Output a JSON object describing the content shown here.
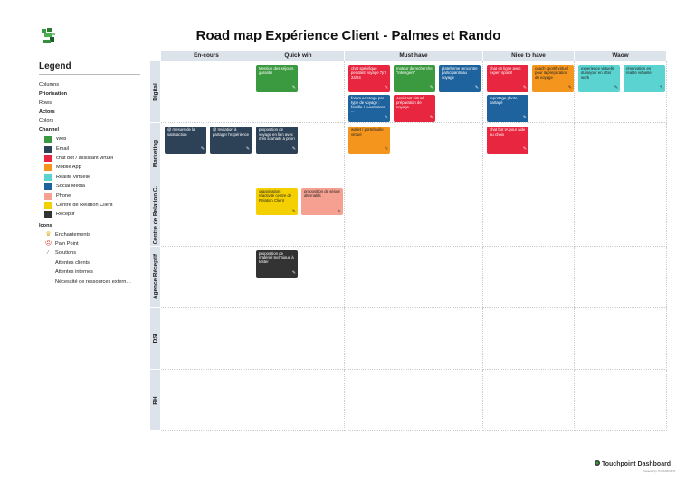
{
  "title": "Road map Expérience Client - Palmes et Rando",
  "legend": {
    "heading": "Legend",
    "rows": [
      {
        "label": "Columns",
        "bold": false
      },
      {
        "label": "Priorisation",
        "bold": true
      },
      {
        "label": "Rows",
        "bold": false
      },
      {
        "label": "Actors",
        "bold": true
      },
      {
        "label": "Colors",
        "bold": false
      },
      {
        "label": "Channel",
        "bold": true
      }
    ],
    "channels": [
      {
        "label": "Web",
        "color": "#3b9a3f"
      },
      {
        "label": "Email",
        "color": "#2e4257"
      },
      {
        "label": "chat bot / assistant virtuel",
        "color": "#e8263f"
      },
      {
        "label": "Mobile App",
        "color": "#f4951e"
      },
      {
        "label": "Réalité virtuelle",
        "color": "#5ad3d1"
      },
      {
        "label": "Social Media",
        "color": "#1e639e"
      },
      {
        "label": "Phone",
        "color": "#f5a090"
      },
      {
        "label": "Centre de Relation Client",
        "color": "#f5d000"
      },
      {
        "label": "Réceptif",
        "color": "#333333"
      }
    ],
    "icons_heading": "Icons",
    "icons": [
      {
        "label": "Enchantements",
        "icon": "crown-icon",
        "glyph": "♛",
        "color": "#e8b23a"
      },
      {
        "label": "Pain Point",
        "icon": "pain-point-icon",
        "glyph": "☹",
        "color": "#d9432f"
      },
      {
        "label": "Solutions",
        "icon": "wand-icon",
        "glyph": "⁄",
        "color": "#777"
      },
      {
        "label": "Attentes clients",
        "icon": "",
        "glyph": "",
        "color": ""
      },
      {
        "label": "Attentes internes",
        "icon": "",
        "glyph": "",
        "color": ""
      },
      {
        "label": "Nécessité de ressources extern…",
        "icon": "",
        "glyph": "",
        "color": ""
      }
    ]
  },
  "columns": [
    "En-cours",
    "Quick win",
    "Must have",
    "Nice to have",
    "Waow"
  ],
  "rows": [
    "Digital",
    "Marketing",
    "Centre de Relation C.",
    "Agence Réceptif",
    "DSI",
    "RH"
  ],
  "cards": [
    {
      "text": "Mention des séjours garantis",
      "color": "#3b9a3f"
    },
    {
      "text": "chat spécifique pendant voyage 7j/7 24/24",
      "color": "#e8263f"
    },
    {
      "text": "moteur de recherche \"intelligent\"",
      "color": "#3b9a3f"
    },
    {
      "text": "plateforme rencontre participants au voyage",
      "color": "#1e639e"
    },
    {
      "text": "forum echange par type de voyage : famille / aventuriers ...",
      "color": "#1e639e"
    },
    {
      "text": "Assistant virtuel préparation de voyage",
      "color": "#e8263f"
    },
    {
      "text": "chat en ligne avec expert sportif",
      "color": "#e8263f"
    },
    {
      "text": "coach sportif virtuel pour la préparation du voyage",
      "color": "#f4951e"
    },
    {
      "text": "reportage photo partagé",
      "color": "#1e639e"
    },
    {
      "text": "experience virtuelle du séjour en after work",
      "color": "#5ad3d1"
    },
    {
      "text": "réservation en réalité virtuelle",
      "color": "#5ad3d1"
    },
    {
      "text": "@ mesure de la satisfaction",
      "color": "#2e4257"
    },
    {
      "text": "@ Invitation à partager l'expérience",
      "color": "#2e4257"
    },
    {
      "text": "proposition de voyage en lien avec mes souhaits à priori",
      "color": "#2e4257"
    },
    {
      "text": "wallet / portefeuille virtuel",
      "color": "#f4951e"
    },
    {
      "text": "chat bot IA pour aide au choix",
      "color": "#e8263f"
    },
    {
      "text": "organisation réactivité centre de Relation Client",
      "color": "#f5d000"
    },
    {
      "text": "proposition de séjour alternatifs",
      "color": "#f5a090"
    },
    {
      "text": "proposition de matériel technique à tester",
      "color": "#333333"
    }
  ],
  "footer": {
    "brand": "Touchpoint Dashboard",
    "sub": "Powered by TOUCHPOINT"
  }
}
